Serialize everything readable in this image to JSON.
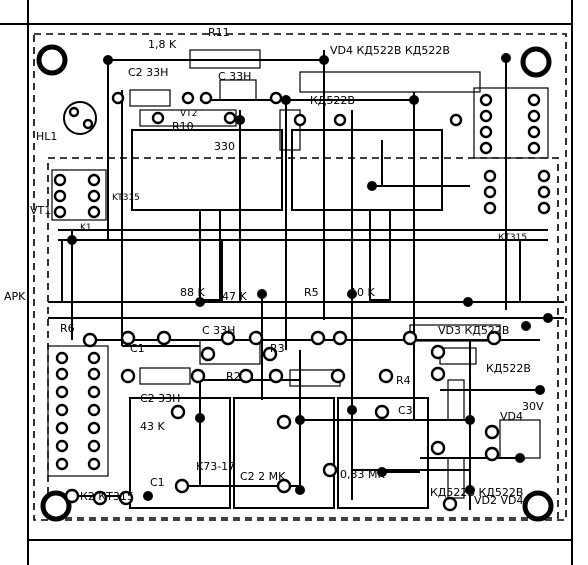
{
  "board": {
    "side_label": "APK"
  },
  "components": {
    "r11": "R11",
    "r10_val": "1,8 K",
    "c2_33h": "C2 33H",
    "c_33h_a": "C 33H",
    "r10": "R10",
    "r_330": "330",
    "vd4_label": "КД522В",
    "vd_top": "VD4 КД522В КД522В",
    "hl1": "HL1",
    "vt1": "VT1",
    "vt2": "VT2",
    "k_1": "K1",
    "k_kt": "KT315",
    "k_right": "КТ315",
    "r_88k": "88 K",
    "r6": "R6",
    "r_47k": "47 K",
    "r5": "R5",
    "r_10k": "10 K",
    "c1": "C1",
    "c_33h_b": "C 33H",
    "r3": "R3",
    "r2": "R2",
    "r4": "R4",
    "c2_33h_b": "C2 33H",
    "r_43k": "43 K",
    "k73": "K73-17",
    "c1_lbl": "C1",
    "c2_2mk": "C2 2 MK",
    "r_33m": "0,33 MK",
    "c3": "C3",
    "kd522_v": "КД522В КД522В",
    "vd_right": "VD3 КД522В",
    "v30": "30V",
    "vd4": "VD4",
    "vd_bottom": "VD2 VD4",
    "k_bottom": "К2 КТ315",
    "vd_rtop": "КД522В"
  }
}
